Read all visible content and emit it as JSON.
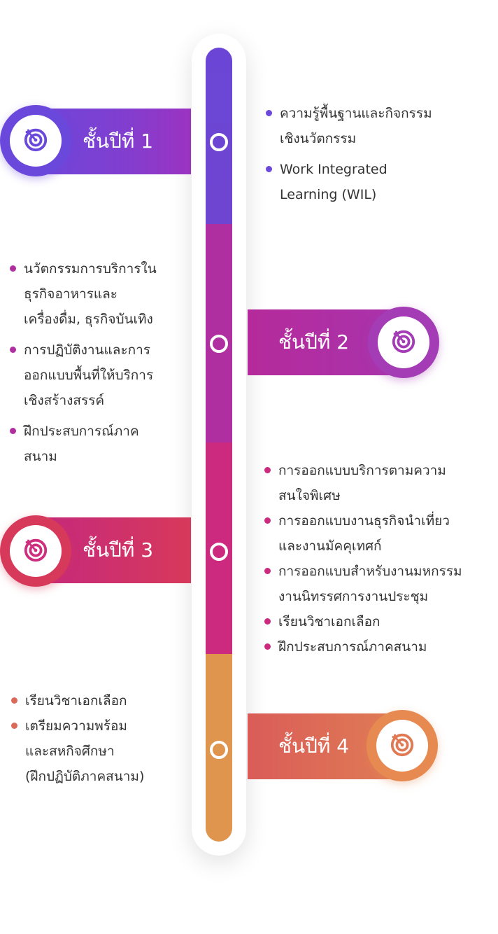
{
  "colors": {
    "purple": "#6b46d6",
    "magenta": "#b02fa0",
    "pink": "#cc2a7e",
    "orange": "#e0954f"
  },
  "years": [
    {
      "label": "ชั้นปีที่ 1",
      "icon": "target-icon",
      "items": [
        "ความรู้พื้นฐานและกิจกรรม\nเชิงนวัตกรรม",
        "Work Integrated\nLearning (WIL)"
      ]
    },
    {
      "label": "ชั้นปีที่ 2",
      "icon": "target-icon",
      "items": [
        "นวัตกรรมการบริการใน\nธุรกิจอาหารและ\nเครื่องดื่ม, ธุรกิจบันเทิง",
        "การปฏิบัติงานและการ\nออกแบบพื้นที่ให้บริการ\nเชิงสร้างสรรค์",
        "ฝึกประสบการณ์ภาค\nสนาม"
      ]
    },
    {
      "label": "ชั้นปีที่ 3",
      "icon": "target-icon",
      "items": [
        "การออกแบบบริการตามความ\nสนใจพิเศษ",
        "การออกแบบงานธุรกิจนำเที่ยว\nและงานมัคคุเทศก์",
        "การออกแบบสำหรับงานมหกรรม\nงานนิทรรศการงานประชุม",
        "เรียนวิชาเอกเลือก",
        "ฝึกประสบการณ์ภาคสนาม"
      ]
    },
    {
      "label": "ชั้นปีที่ 4",
      "icon": "target-icon",
      "items": [
        "เรียนวิชาเอกเลือก",
        "เตรียมความพร้อม\nและสหกิจศึกษา\n(ฝึกปฏิบัติภาคสนาม)"
      ]
    }
  ]
}
